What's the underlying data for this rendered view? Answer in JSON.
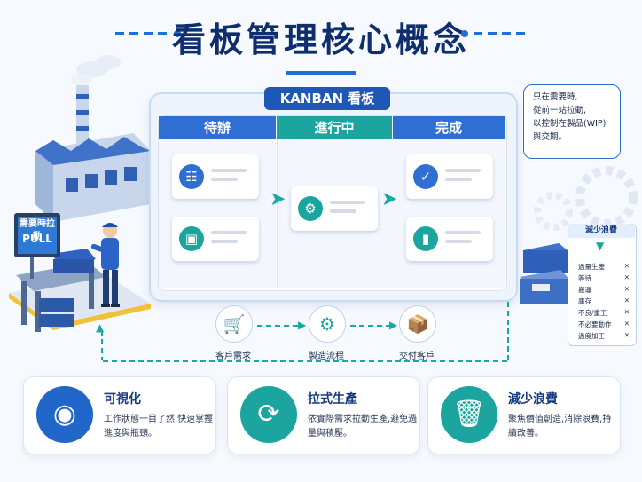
{
  "title": "看板管理核心概念",
  "board": {
    "label": "KANBAN 看板",
    "columns": [
      {
        "label": "待辦",
        "color": "#2f6fd3"
      },
      {
        "label": "進行中",
        "color": "#1ca59f"
      },
      {
        "label": "完成",
        "color": "#2f6fd3"
      }
    ],
    "cards": [
      {
        "icon": "clipboard-icon",
        "color": "#2f6fd3"
      },
      {
        "icon": "box-icon",
        "color": "#1ca59f"
      },
      {
        "icon": "gear-icon",
        "color": "#1ca59f"
      },
      {
        "icon": "check-icon",
        "color": "#2f6fd3"
      },
      {
        "icon": "bar-chart-icon",
        "color": "#1ca59f"
      }
    ]
  },
  "note": {
    "lines": [
      "只在需要時,",
      "從前一站拉動,",
      "以控制在製品(WIP)",
      "與交期。"
    ]
  },
  "factory_screen": {
    "line1": "需要時拉動",
    "line2": "PULL"
  },
  "flow": {
    "steps": [
      {
        "label": "客戶需求",
        "icon": "cart-icon"
      },
      {
        "label": "製造流程",
        "icon": "gear-icon"
      },
      {
        "label": "交付客戶",
        "icon": "package-icon"
      }
    ]
  },
  "waste_panel": {
    "title": "減少浪費",
    "items": [
      "過量生產",
      "等待",
      "搬運",
      "庫存",
      "不良/重工",
      "不必要動作",
      "過度加工"
    ]
  },
  "features": [
    {
      "title": "可視化",
      "desc": "工作狀態一目了然,快速掌握進度與瓶頸。",
      "icon": "eye-icon",
      "color": "#2166c9"
    },
    {
      "title": "拉式生產",
      "desc": "依實際需求拉動生產,避免過量與積壓。",
      "icon": "cycle-icon",
      "color": "#1ca59f"
    },
    {
      "title": "減少浪費",
      "desc": "聚焦價值創造,消除浪費,持續改善。",
      "icon": "trash-icon",
      "color": "#1ca59f"
    }
  ],
  "colors": {
    "navy": "#0e2e6f",
    "blue": "#1e6fd9",
    "teal": "#1ca59f"
  }
}
